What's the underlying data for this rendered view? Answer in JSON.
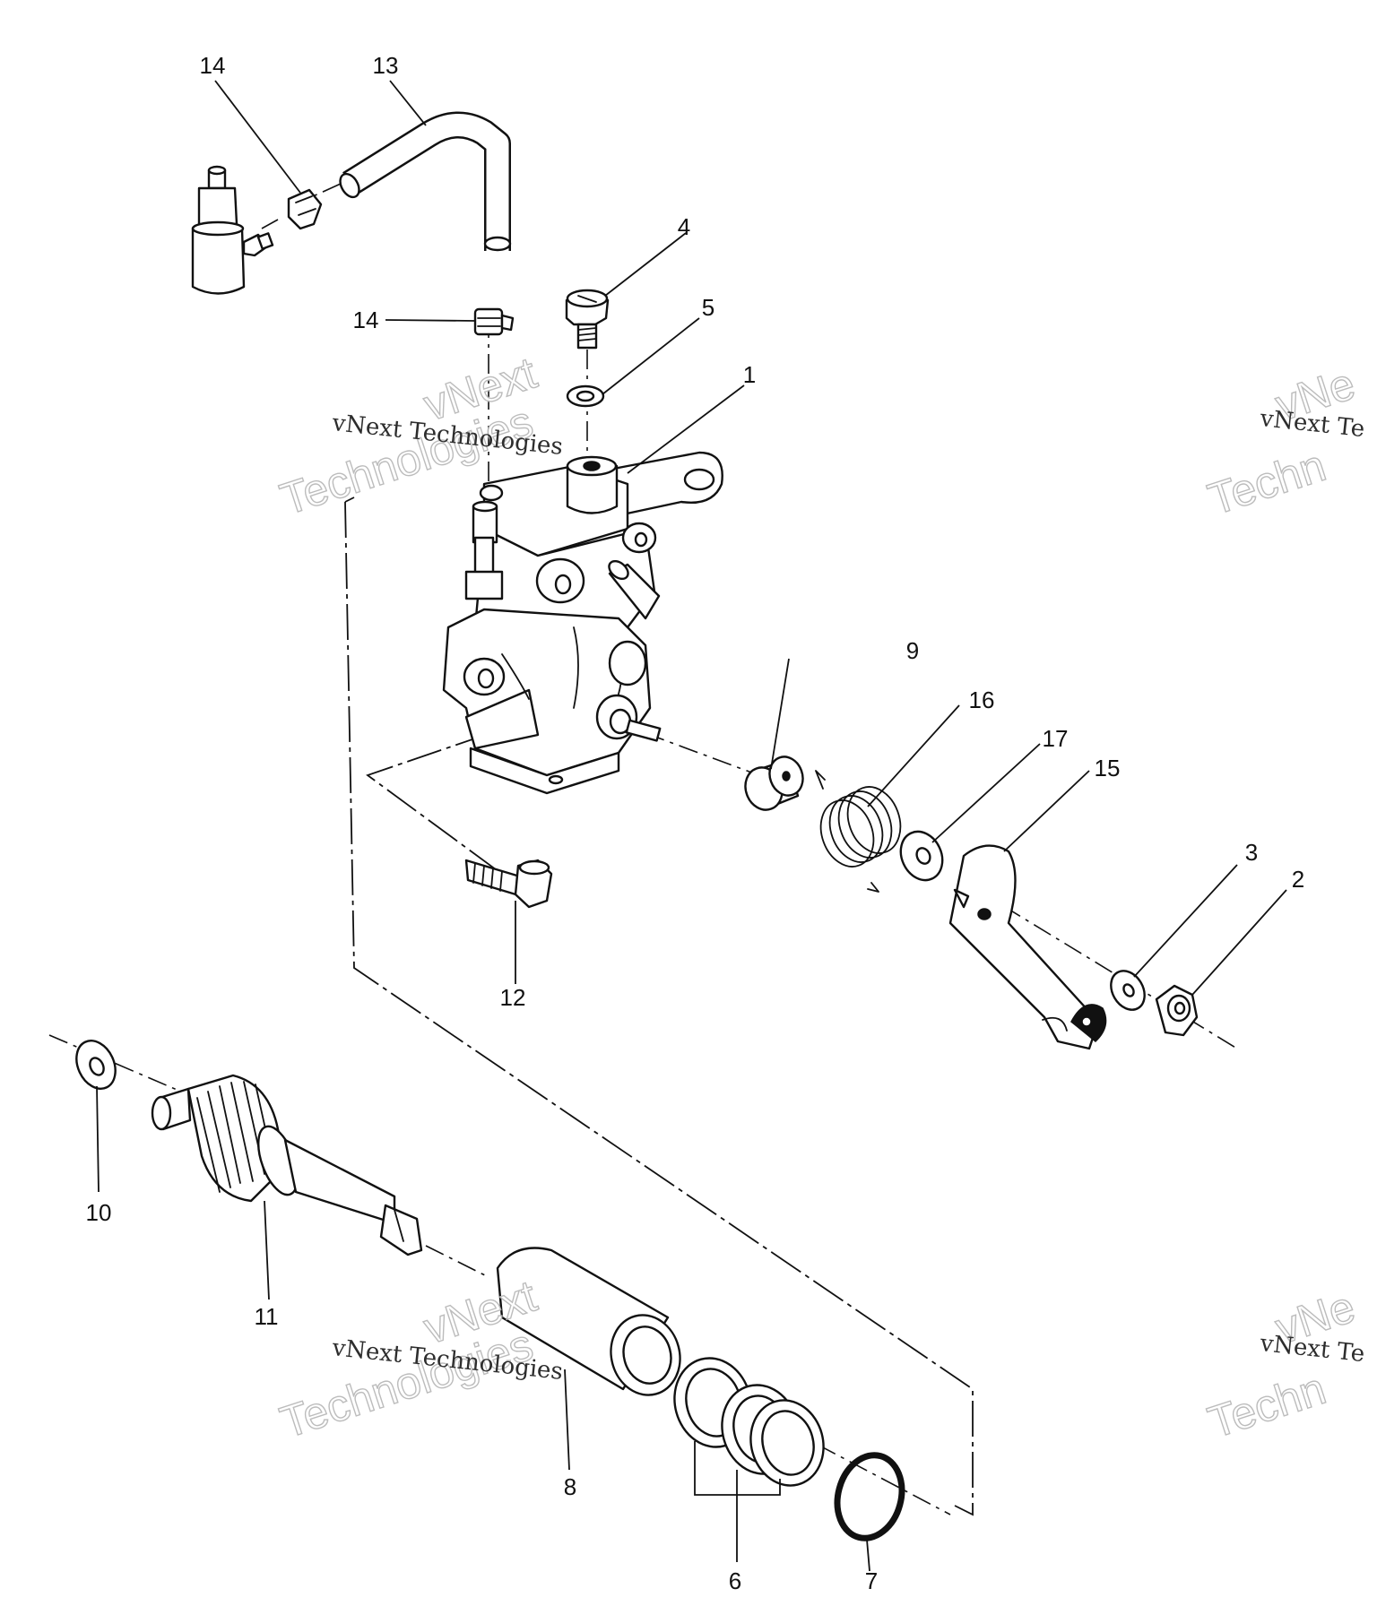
{
  "callouts": {
    "c1": "1",
    "c2": "2",
    "c3": "3",
    "c4": "4",
    "c5": "5",
    "c6": "6",
    "c7": "7",
    "c8": "8",
    "c9": "9",
    "c10": "10",
    "c11": "11",
    "c12": "12",
    "c13": "13",
    "c14a": "14",
    "c14b": "14",
    "c15": "15",
    "c16": "16",
    "c17": "17"
  },
  "watermark": {
    "line": "vNext Technologies",
    "big_top": "vNext",
    "big_bottom": "Technologies",
    "edge_line": "vNext Te",
    "edge_top": "vNe",
    "edge_bottom": "Techn"
  }
}
